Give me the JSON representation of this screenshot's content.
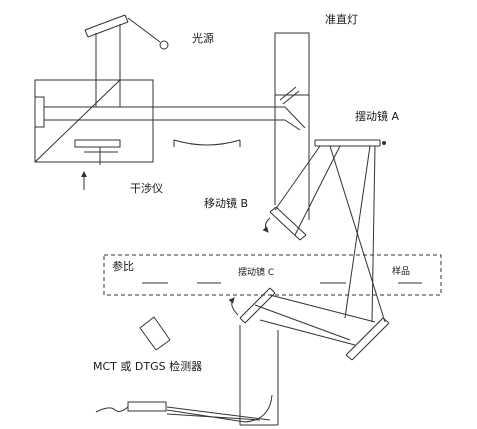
{
  "labels": {
    "light_source": "光源",
    "collimating_lamp": "准直灯",
    "swing_mirror_a": "摆动镜 A",
    "interferometer": "干涉仪",
    "moving_mirror_b": "移动镜 B",
    "reference": "参比",
    "swing_mirror_c": "摆动镜 C",
    "sample": "样品",
    "detector": "MCT 或 DTGS 检测器"
  },
  "colors": {
    "line": "#333333",
    "text": "#1a1a1a",
    "background": "#ffffff"
  }
}
